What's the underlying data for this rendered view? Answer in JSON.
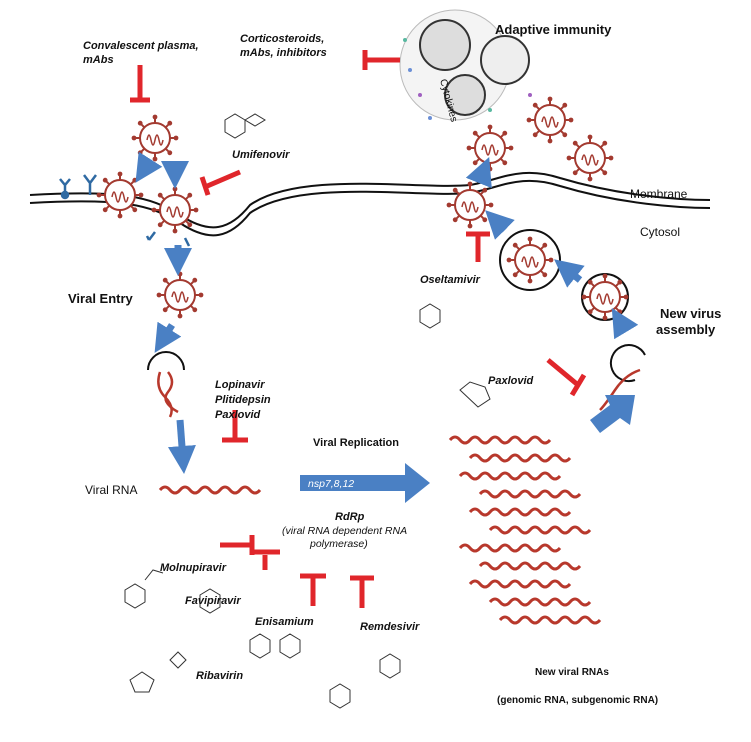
{
  "labels": {
    "convalescent": "Convalescent plasma,",
    "mabs": "mAbs",
    "corticosteroids": "Corticosteroids,",
    "cortico_line2": "mAbs, inhibitors",
    "adaptive_immunity": "Adaptive immunity",
    "cytokines": "Cytokines",
    "umifenovir": "Umifenovir",
    "membrane": "Membrane",
    "cytosol": "Cytosol",
    "viral_entry": "Viral Entry",
    "oseltamivir": "Oseltamivir",
    "new_virus": "New virus",
    "assembly": "assembly",
    "paxlovid_top": "Paxlovid",
    "lopinavir": "Lopinavir",
    "plitidepsin": "Plitidepsin",
    "paxlovid": "Paxlovid",
    "viral_replication": "Viral Replication",
    "nsp": "nsp7,8,12",
    "rdrp": "RdRp",
    "rdrp_desc1": "(viral RNA dependent RNA",
    "rdrp_desc2": "polymerase)",
    "viral_rna": "Viral RNA",
    "molnupiravir": "Molnupiravir",
    "favipiravir": "Favipiravir",
    "enisamium": "Enisamium",
    "remdesivir": "Remdesivir",
    "ribavirin": "Ribavirin",
    "new_viral_rnas": "New viral RNAs",
    "genomic": "(genomic RNA, subgenomic RNA)"
  },
  "colors": {
    "inhibitor": "#e0262b",
    "arrow": "#4a80c4",
    "virus": "#a33a30",
    "rna": "#b8382c",
    "membrane": "#111111"
  }
}
